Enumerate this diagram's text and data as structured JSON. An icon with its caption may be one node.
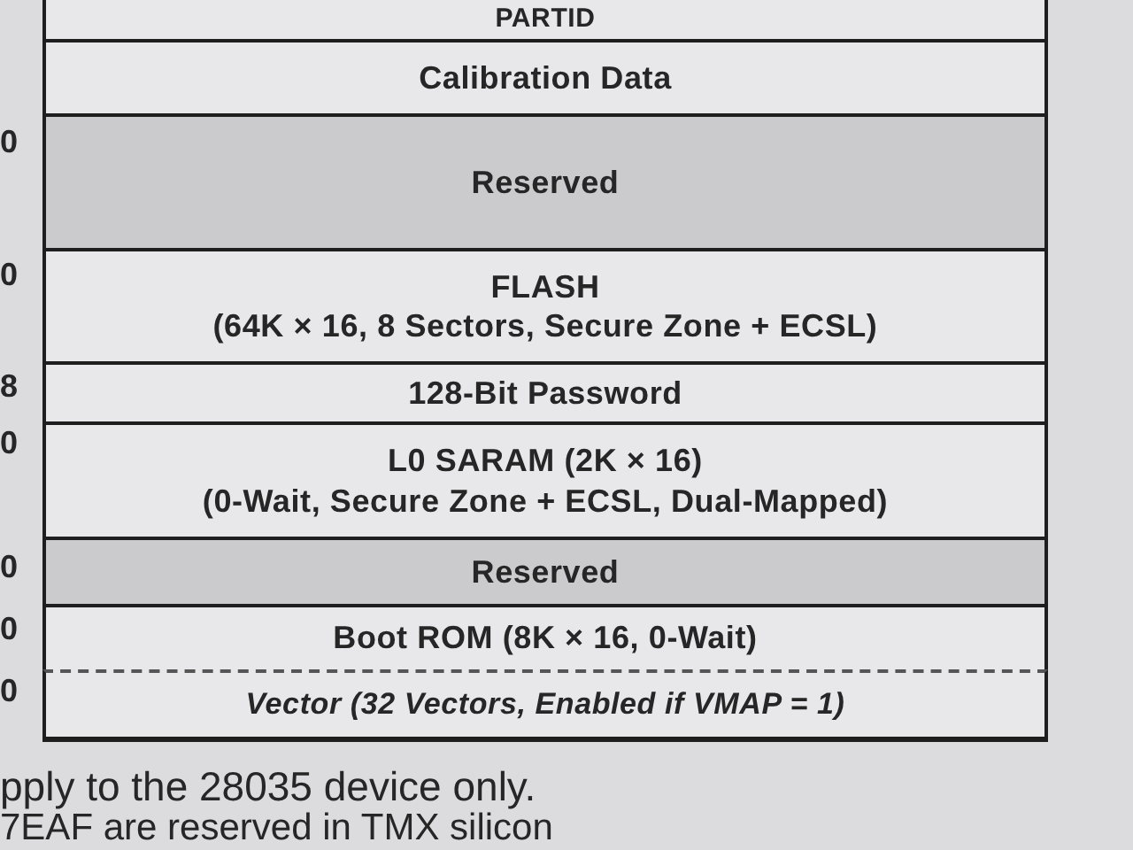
{
  "diagram": {
    "nodes": [
      {
        "text": [
          "PARTID"
        ]
      },
      {
        "text": [
          "Calibration Data"
        ]
      },
      {
        "text": [
          "Reserved"
        ]
      },
      {
        "text": [
          "FLASH",
          "(64K × 16, 8 Sectors, Secure Zone + ECSL)"
        ]
      },
      {
        "text": [
          "128-Bit Password"
        ]
      },
      {
        "text": [
          "L0 SARAM (2K × 16)",
          "(0-Wait, Secure Zone + ECSL, Dual-Mapped)"
        ]
      },
      {
        "text": [
          "Reserved"
        ]
      },
      {
        "text": [
          "Boot ROM (8K × 16, 0-Wait)"
        ]
      },
      {
        "text": [
          "Vector (32 Vectors, Enabled if VMAP = 1)"
        ]
      }
    ],
    "labels": [
      "0",
      "0",
      "8",
      "0",
      "0",
      "0",
      "0",
      "pply to the 28035 device only.",
      "7EAF are reserved in TMX silicon"
    ]
  }
}
